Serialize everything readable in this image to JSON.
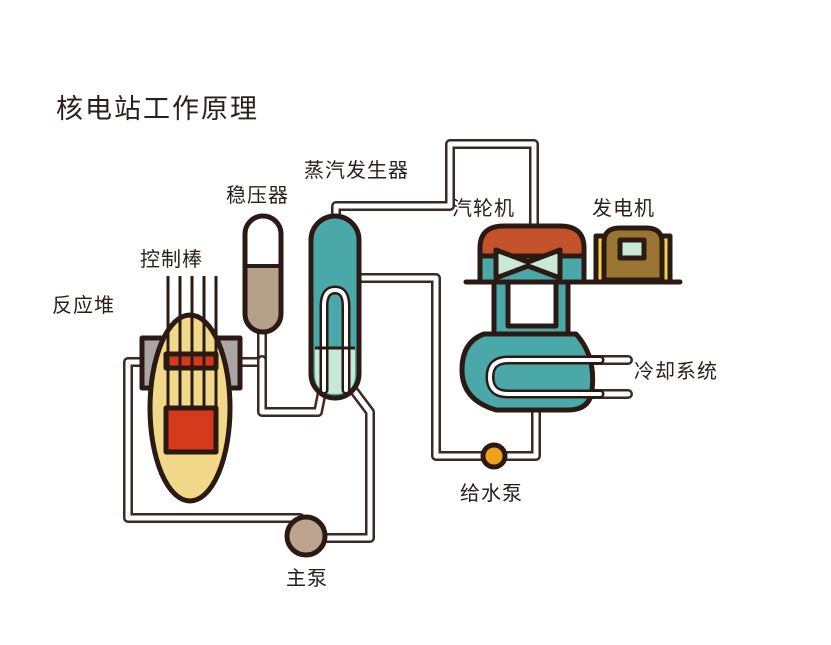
{
  "title": "核电站工作原理",
  "labels": {
    "reactor": "反应堆",
    "control_rods": "控制棒",
    "pressurizer": "稳压器",
    "steam_generator": "蒸汽发生器",
    "turbine": "汽轮机",
    "generator": "发电机",
    "cooling_system": "冷却系统",
    "feedwater_pump": "给水泵",
    "main_pump": "主泵"
  },
  "colors": {
    "outline": "#2b1a14",
    "reactor_body": "#f2d98a",
    "reactor_core": "#d63a1c",
    "reactor_housing": "#a9a6a3",
    "pressurizer_top": "#ffffff",
    "pressurizer_liquid": "#b5a08a",
    "steam_generator": "#4aa9a8",
    "steam_generator_water": "#c9e8d5",
    "turbine_body": "#4aa9a8",
    "turbine_top": "#c4532b",
    "turbine_blades": "#c9e8d5",
    "generator_case": "#f2d24a",
    "generator_body": "#9a7532",
    "generator_window": "#c9e8d5",
    "feedwater_pump": "#f0a21e",
    "main_pump": "#bca48e"
  },
  "icons": {
    "reactor": "reactor-icon",
    "pressurizer": "pressurizer-icon",
    "steam_generator": "steam-generator-icon",
    "turbine": "turbine-icon",
    "generator": "generator-icon",
    "feedwater_pump": "pump-icon",
    "main_pump": "pump-icon"
  }
}
